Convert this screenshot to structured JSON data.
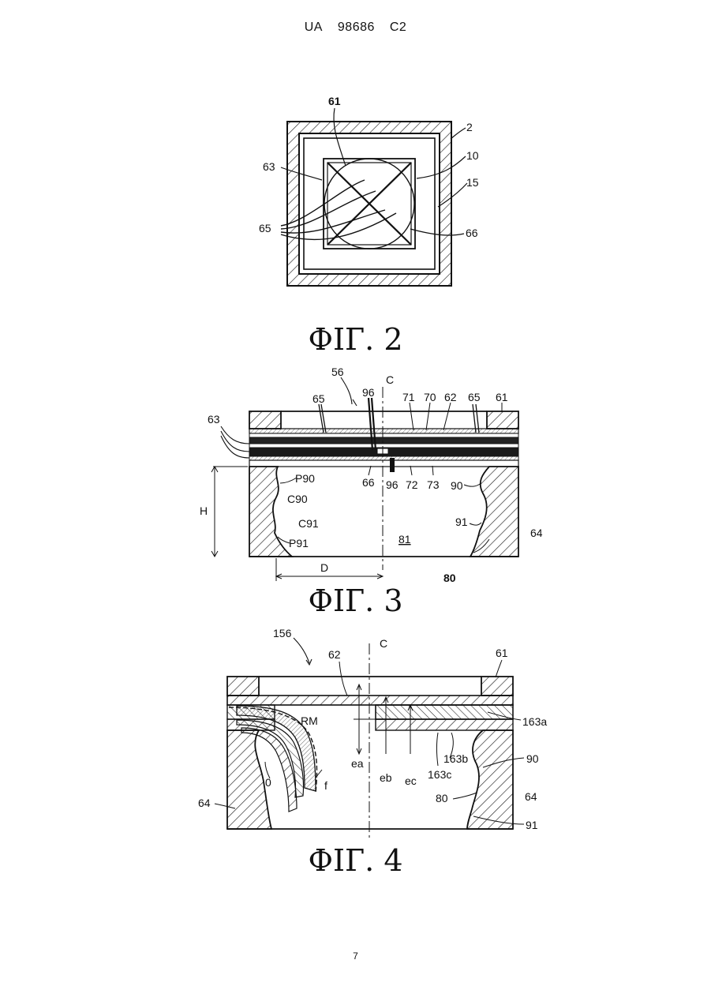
{
  "header": {
    "country": "UA",
    "patent_number": "98686",
    "kind": "C2"
  },
  "figures": [
    {
      "id": "fig2",
      "caption": "ФІГ. 2",
      "labels": [
        "61",
        "63",
        "2",
        "10",
        "15",
        "65",
        "66"
      ]
    },
    {
      "id": "fig3",
      "caption": "ФІГ. 3",
      "labels": [
        "56",
        "C",
        "96",
        "71",
        "70",
        "62",
        "65",
        "61",
        "63",
        "H",
        "P90",
        "C90",
        "C91",
        "P91",
        "66",
        "96",
        "72",
        "73",
        "90",
        "91",
        "81",
        "64",
        "D",
        "80"
      ]
    },
    {
      "id": "fig4",
      "caption": "ФІГ. 4",
      "labels": [
        "156",
        "62",
        "C",
        "61",
        "RM",
        "163a",
        "ea",
        "eb",
        "ec",
        "163c",
        "163b",
        "90",
        "0",
        "f",
        "80",
        "64",
        "64",
        "91"
      ]
    }
  ],
  "page_number": "7"
}
